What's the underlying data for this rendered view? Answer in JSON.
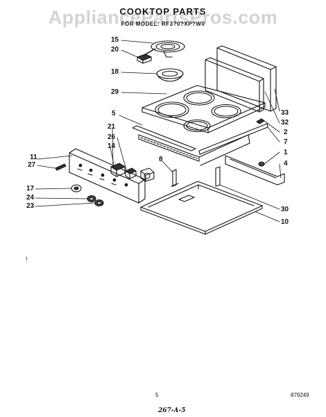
{
  "header": {
    "title": "COOKTOP PARTS",
    "model_line": "FOR MODEL: RF3?0?XP?W0",
    "watermark": "AppliancePartsPros.com"
  },
  "callouts": [
    {
      "id": "15",
      "label": "15"
    },
    {
      "id": "20",
      "label": "20"
    },
    {
      "id": "18",
      "label": "18"
    },
    {
      "id": "29",
      "label": "29"
    },
    {
      "id": "5",
      "label": "5"
    },
    {
      "id": "21",
      "label": "21"
    },
    {
      "id": "26",
      "label": "26"
    },
    {
      "id": "14",
      "label": "14"
    },
    {
      "id": "11",
      "label": "11"
    },
    {
      "id": "27",
      "label": "27"
    },
    {
      "id": "8",
      "label": "8"
    },
    {
      "id": "17",
      "label": "17"
    },
    {
      "id": "24",
      "label": "24"
    },
    {
      "id": "23",
      "label": "23"
    },
    {
      "id": "33",
      "label": "33"
    },
    {
      "id": "32",
      "label": "32"
    },
    {
      "id": "2",
      "label": "2"
    },
    {
      "id": "7",
      "label": "7"
    },
    {
      "id": "1",
      "label": "1"
    },
    {
      "id": "4",
      "label": "4"
    },
    {
      "id": "30",
      "label": "30"
    },
    {
      "id": "10",
      "label": "10"
    }
  ],
  "footer": {
    "page_number": "5",
    "doc_number": "879249",
    "handwritten": "267-A-5",
    "stray_mark": "!"
  }
}
